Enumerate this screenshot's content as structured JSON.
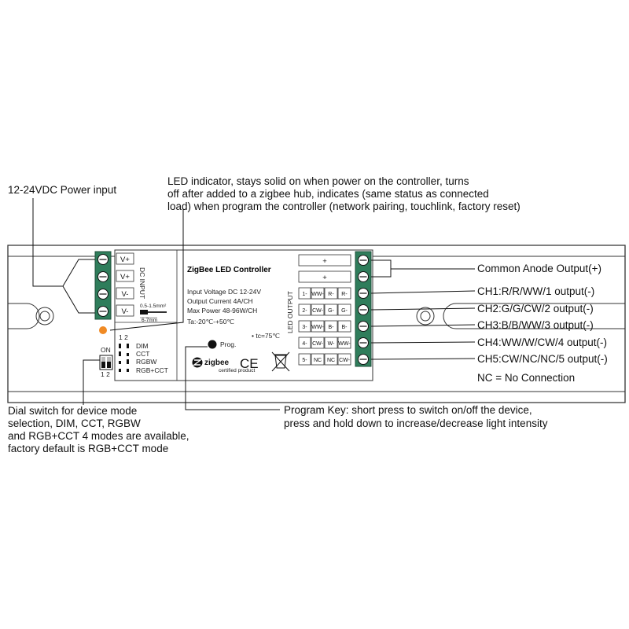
{
  "annotations": {
    "power_input": "12-24VDC Power input",
    "led_indicator": [
      "LED indicator, stays solid on when power on the controller, turns",
      "off after added to a zigbee hub, indicates (same status as connected",
      "load) when program the controller (network pairing, touchlink, factory reset)"
    ],
    "common_anode": "Common Anode Output(+)",
    "channels": [
      "CH1:R/R/WW/1 output(-)",
      "CH2:G/G/CW/2 output(-)",
      "CH3:B/B/WW/3 output(-)",
      "CH4:WW/W/CW/4 output(-)",
      "CH5:CW/NC/NC/5 output(-)"
    ],
    "nc_note": "NC = No Connection",
    "dial_switch": [
      "Dial switch for device mode",
      "selection, DIM, CCT, RGBW",
      "and RGB+CCT 4 modes are available,",
      "factory default is RGB+CCT mode"
    ],
    "program_key": [
      "Program Key: short press to switch on/off the device,",
      "press and hold down to increase/decrease light intensity"
    ]
  },
  "device": {
    "title": "ZigBee LED Controller",
    "specs": [
      "Input Voltage DC 12-24V",
      "Output Current 4A/CH",
      "Max Power 48-96W/CH",
      "Ta:-20℃-+50℃"
    ],
    "tc": "• tc=75℃",
    "prog_label": "Prog.",
    "zigbee_label": "zigbee",
    "zigbee_sub": "certified product",
    "ce_mark": "CE",
    "dc_input_label": "DC INPUT",
    "led_output_label": "LED OUTPUT",
    "input_terminals": [
      "V+",
      "V+",
      "V-",
      "V-"
    ],
    "wire_spec": "0.5-1.5mm²",
    "strip_spec": "6-7mm",
    "output_plus": [
      "+",
      "+"
    ],
    "output_rows": [
      [
        "1-",
        "WW-",
        "R-",
        "R-"
      ],
      [
        "2-",
        "CW-",
        "G-",
        "G-"
      ],
      [
        "3-",
        "WW-",
        "B-",
        "B-"
      ],
      [
        "4-",
        "CW-",
        "W-",
        "WW-"
      ],
      [
        "5-",
        "NC",
        "NC",
        "CW-"
      ]
    ],
    "dip_on": "ON",
    "dip_numbers": "1 2",
    "mode_header": "1  2",
    "modes": [
      "DIM",
      "CCT",
      "RGBW",
      "RGB+CCT"
    ],
    "led_color": "#f08a24",
    "terminal_color": "#2f7d5b"
  }
}
